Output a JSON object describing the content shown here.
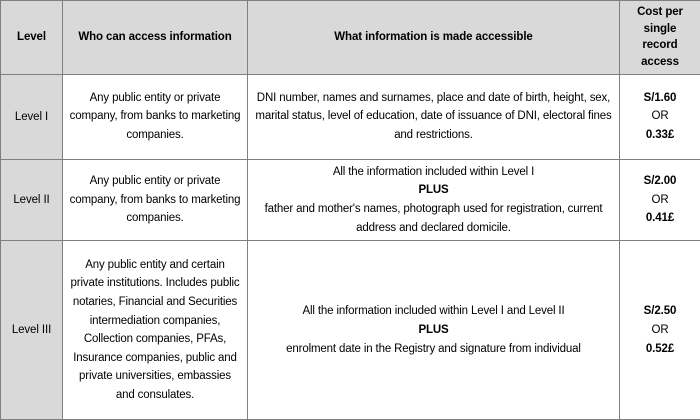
{
  "table": {
    "columns": [
      {
        "key": "level",
        "label": "Level"
      },
      {
        "key": "who",
        "label": "Who can access information"
      },
      {
        "key": "what",
        "label": "What information is made accessible"
      },
      {
        "key": "cost",
        "label": "Cost per single record access"
      }
    ],
    "header": {
      "level": "Level",
      "who": "Who can access information",
      "what_line": "What information is made accessible",
      "cost_line_1": "Cost per",
      "cost_line_2": "single record",
      "cost_line_3": "access"
    },
    "rows": [
      {
        "level": "Level I",
        "who": "Any public entity or private company, from banks to marketing companies.",
        "what": "DNI number, names and surnames, place and date of birth, height, sex, marital status, level of education, date of issuance of DNI, electoral fines and restrictions.",
        "what_intro": "",
        "what_plus": "",
        "what_detail": "",
        "cost_soles": "S/1.60",
        "cost_or": "OR",
        "cost_pounds": "0.33£"
      },
      {
        "level": "Level II",
        "who": "Any public entity or private company, from banks to marketing companies.",
        "what": "",
        "what_intro": "All the information included within Level I",
        "what_plus": "PLUS",
        "what_detail": "father and mother's names, photograph used for registration, current address and declared domicile.",
        "cost_soles": "S/2.00",
        "cost_or": "OR",
        "cost_pounds": "0.41£"
      },
      {
        "level": "Level III",
        "who": "Any public entity and certain private institutions. Includes public notaries, Financial and Securities intermediation companies, Collection companies, PFAs, Insurance companies, public and private universities, embassies and consulates.",
        "what": "",
        "what_intro": "All the information included within Level I and Level II",
        "what_plus": "PLUS",
        "what_detail": "enrolment date in the Registry and signature from individual",
        "cost_soles": "S/2.50",
        "cost_or": "OR",
        "cost_pounds": "0.52£"
      }
    ]
  },
  "style": {
    "header_background": "#d9d9d9",
    "level_column_background": "#d9d9d9",
    "body_background": "#ffffff",
    "border_color": "#808080",
    "text_color": "#000000"
  }
}
